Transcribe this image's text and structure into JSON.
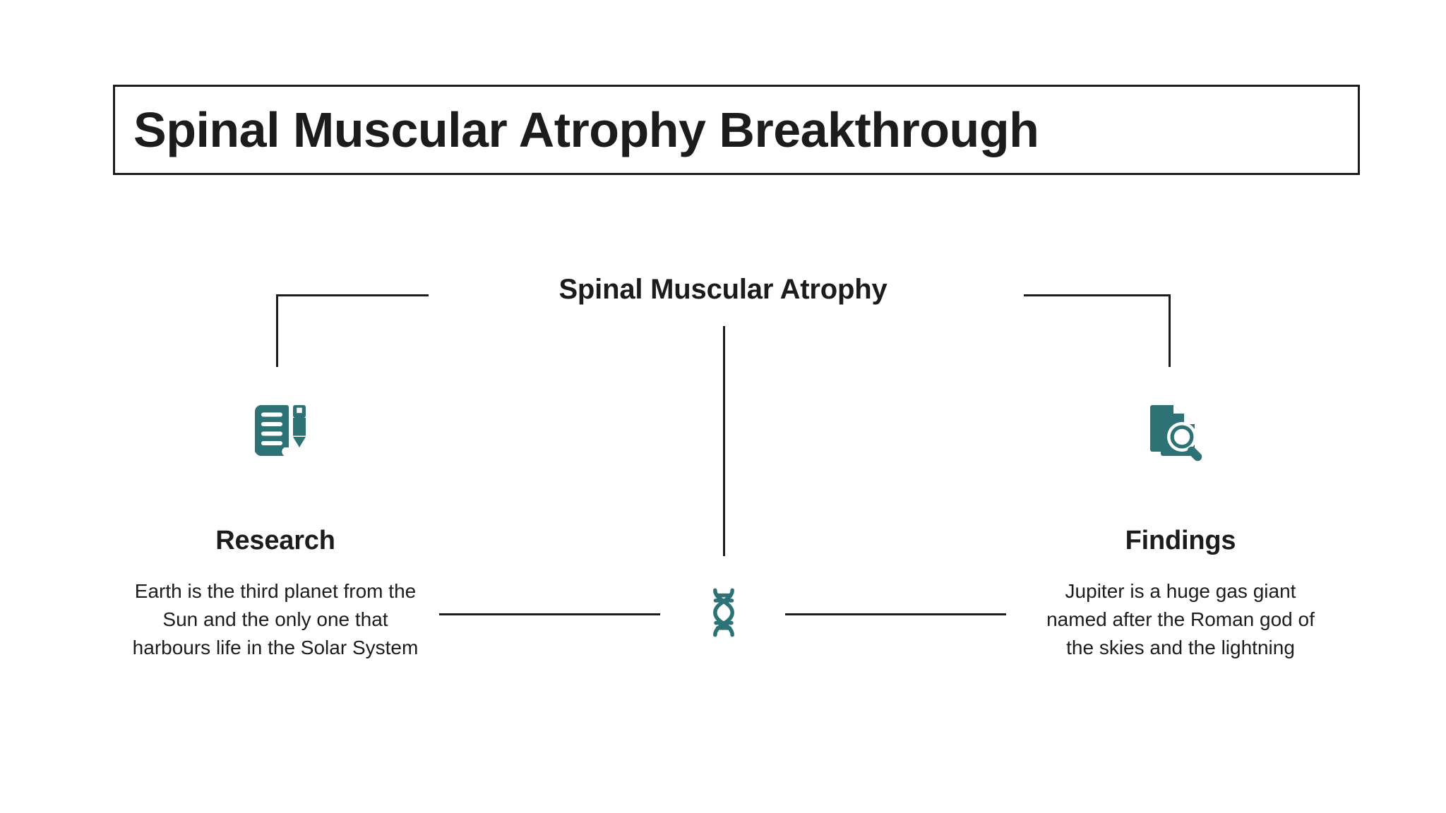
{
  "title": {
    "text": "Spinal Muscular Atrophy Breakthrough"
  },
  "center": {
    "heading": "Spinal Muscular Atrophy",
    "icon": "dna-icon"
  },
  "branches": [
    {
      "id": "research",
      "heading": "Research",
      "body": "Earth is the third planet from the Sun and the only one that harbours life in the Solar System",
      "icon": "document-pencil-icon"
    },
    {
      "id": "findings",
      "heading": "Findings",
      "body": "Jupiter is a huge gas giant named after the Roman god of the skies and the lightning",
      "icon": "document-search-icon"
    }
  ],
  "colors": {
    "accent": "#2d7375",
    "ink": "#1c1c1c",
    "background": "#ffffff"
  }
}
